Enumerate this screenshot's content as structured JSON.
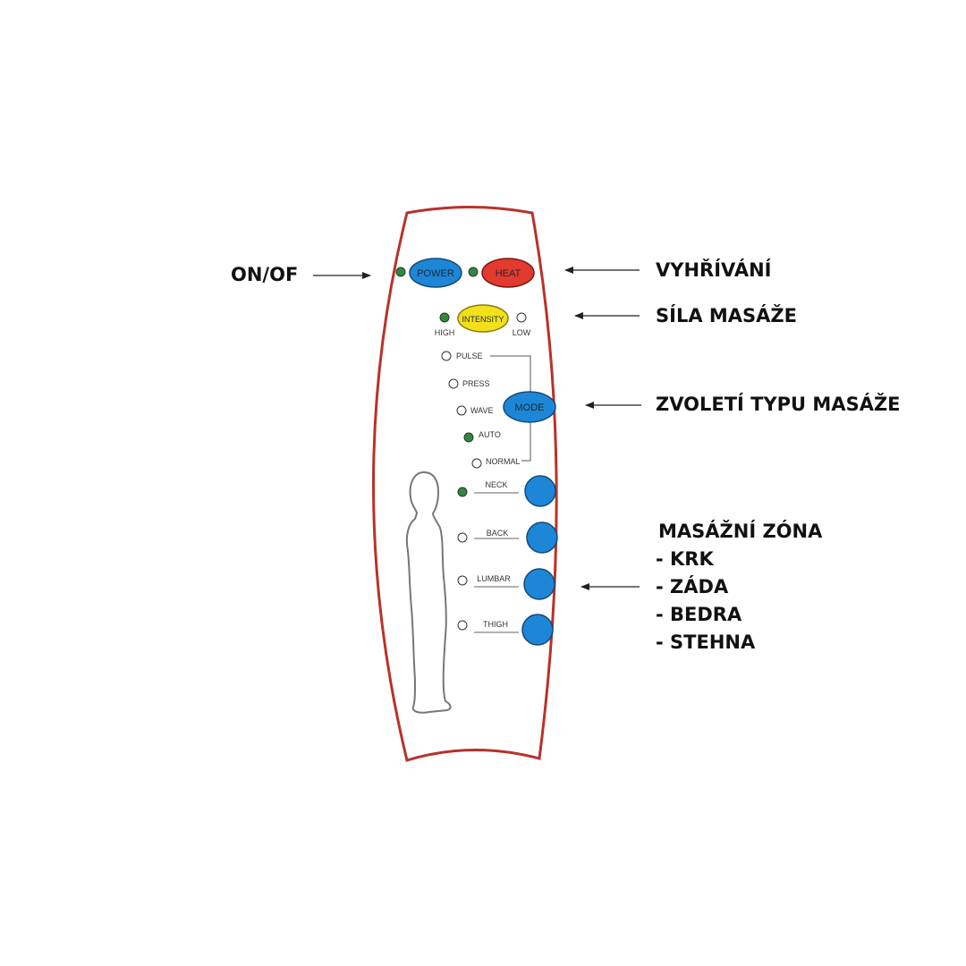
{
  "colors": {
    "outline": "#b8322a",
    "button_blue": "#1e86d6",
    "button_red": "#e23a2e",
    "button_yellow": "#f2e01a",
    "led_on": "#2f8a3c",
    "led_off": "#ffffff"
  },
  "remote": {
    "power": {
      "label": "POWER",
      "led": "on"
    },
    "heat": {
      "label": "HEAT",
      "led": "on"
    },
    "intensity": {
      "label": "INTENSITY",
      "high_label": "HIGH",
      "low_label": "LOW",
      "high_led": "on",
      "low_led": "off"
    },
    "mode": {
      "label": "MODE",
      "options": [
        {
          "label": "PULSE",
          "led": "off"
        },
        {
          "label": "PRESS",
          "led": "off"
        },
        {
          "label": "WAVE",
          "led": "off"
        },
        {
          "label": "AUTO",
          "led": "on"
        },
        {
          "label": "NORMAL",
          "led": "off"
        }
      ]
    },
    "zones": [
      {
        "label": "NECK",
        "led": "on"
      },
      {
        "label": "BACK",
        "led": "off"
      },
      {
        "label": "LUMBAR",
        "led": "off"
      },
      {
        "label": "THIGH",
        "led": "off"
      }
    ]
  },
  "callouts": {
    "on_off": "ON/OF",
    "heating": "VYHŘÍVÁNÍ",
    "intensity": "SÍLA MASÁŽE",
    "mode": "ZVOLETÍ TYPU MASÁŽE",
    "zone_title": "MASÁŽNÍ ZÓNA",
    "zone_items": [
      "-  KRK",
      "-  ZÁDA",
      "-  BEDRA",
      "-  STEHNA"
    ]
  }
}
